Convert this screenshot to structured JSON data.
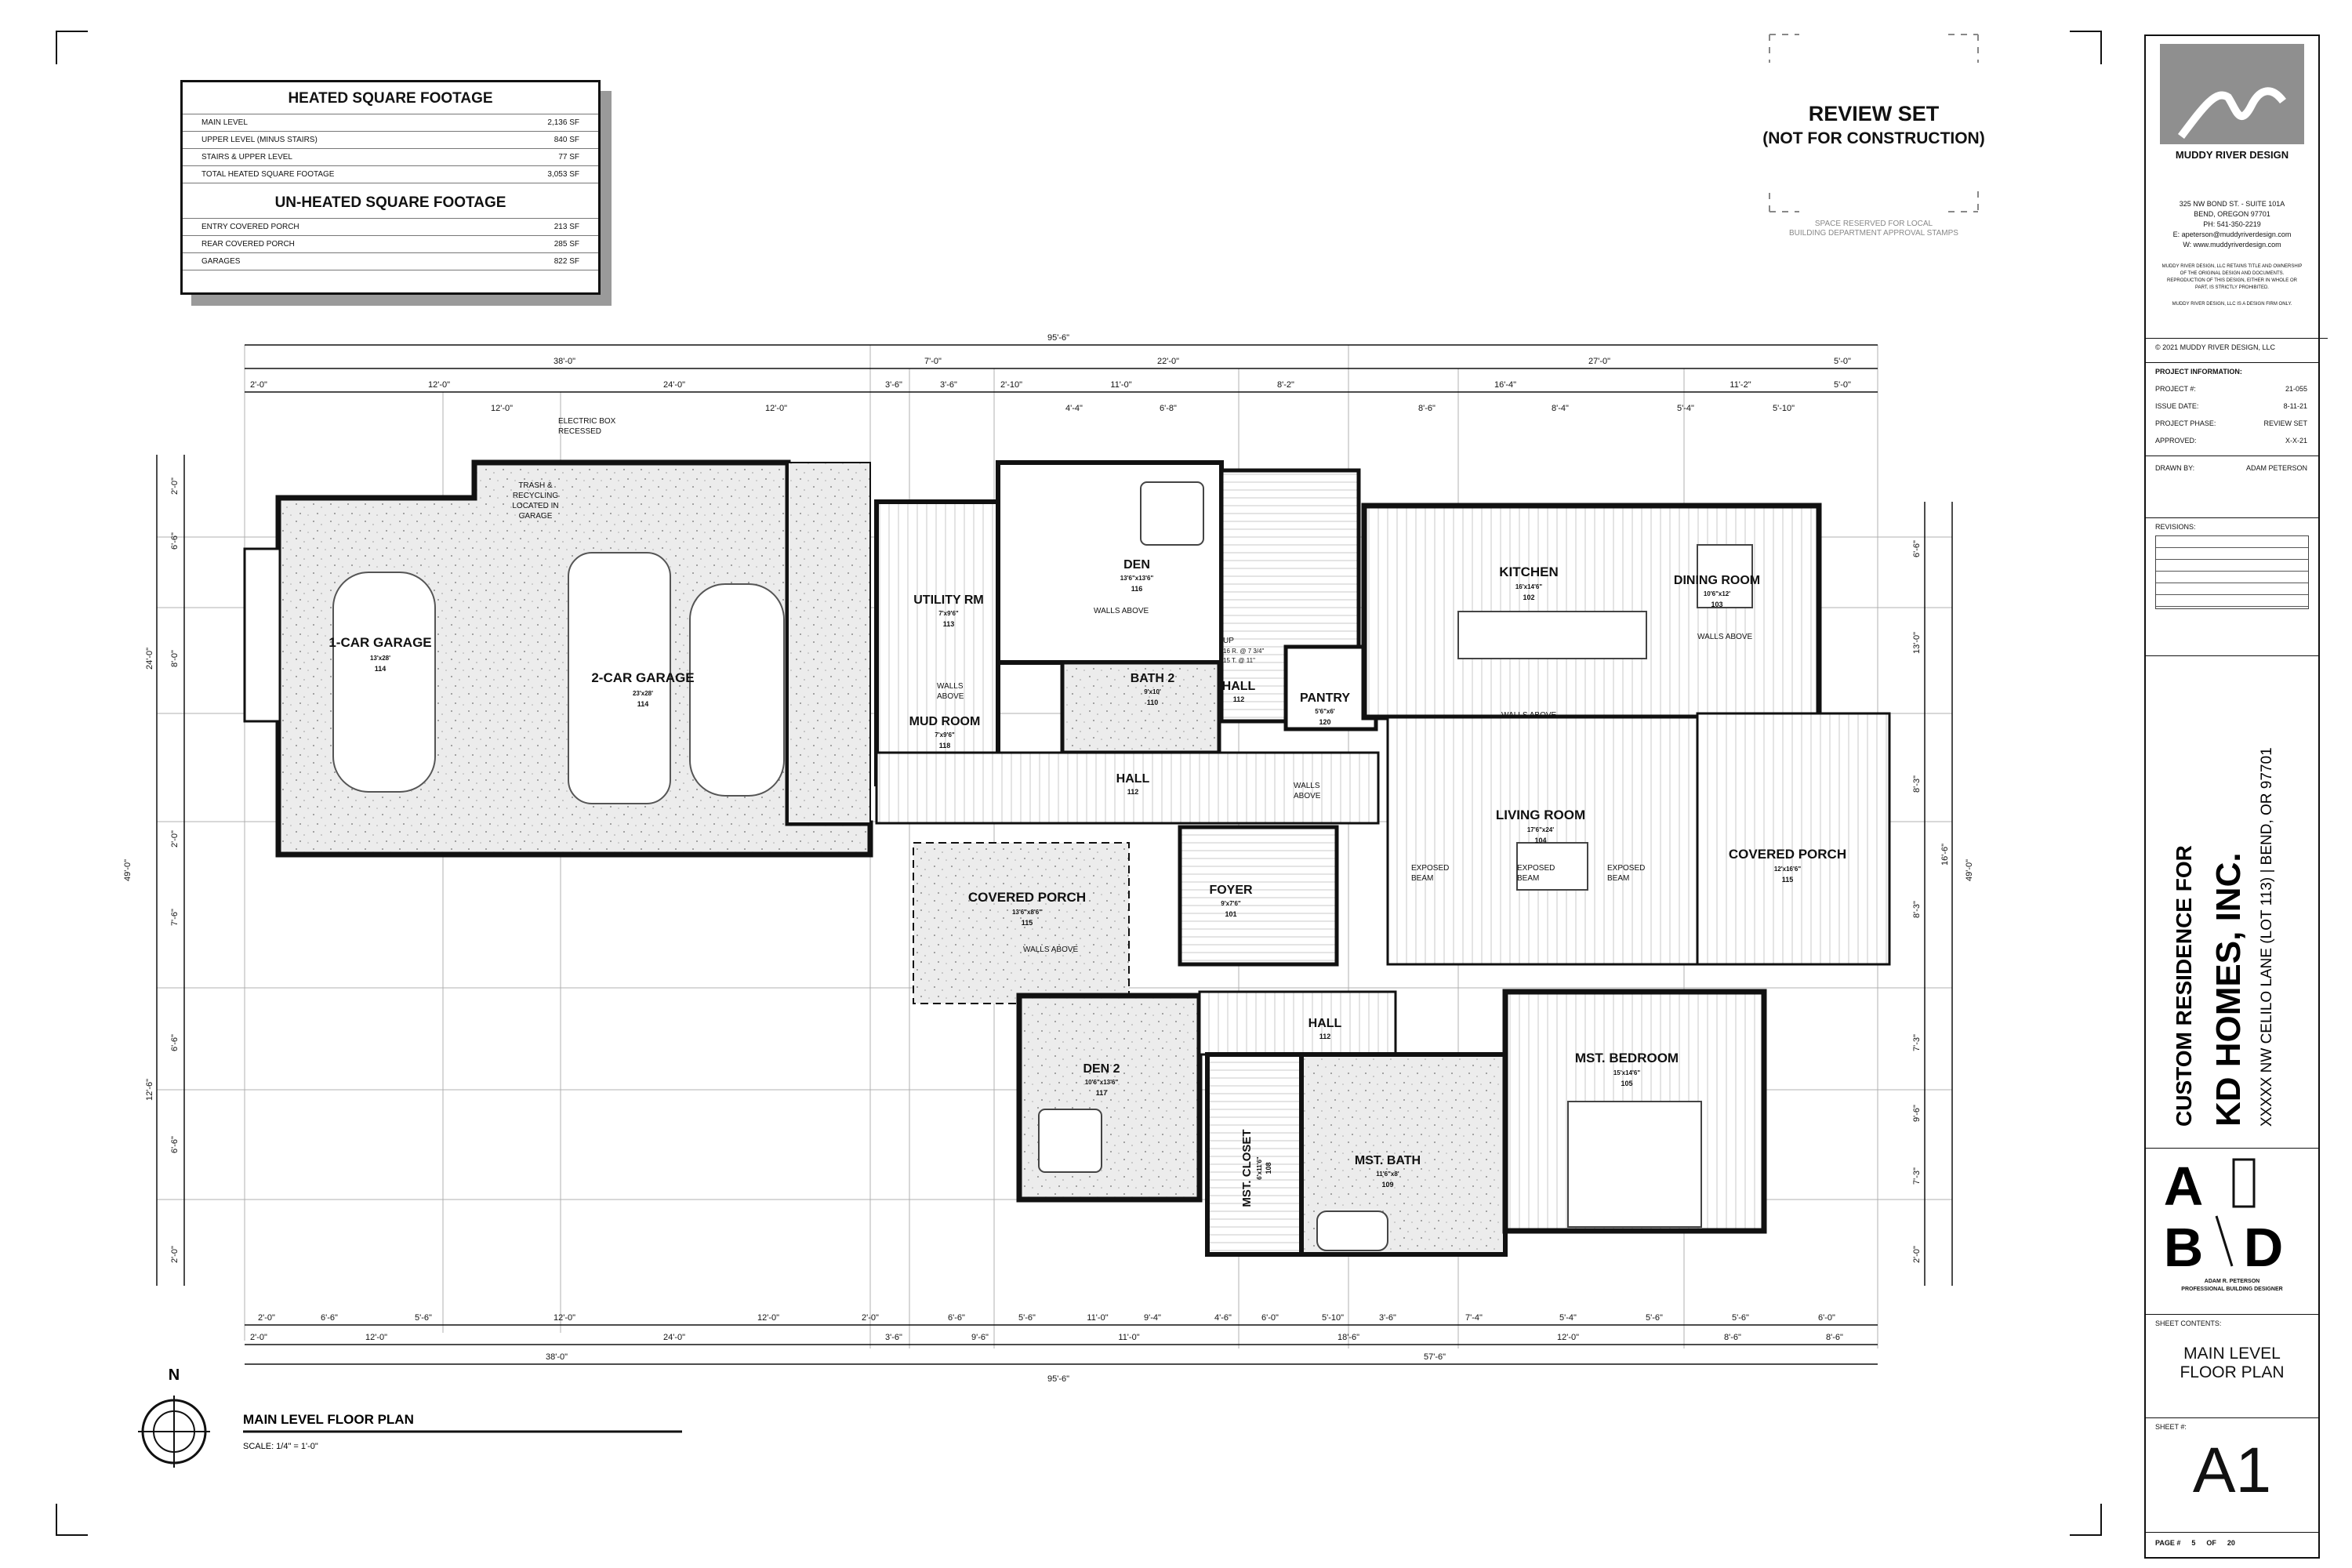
{
  "sqft": {
    "heated_title": "HEATED SQUARE FOOTAGE",
    "heated_rows": [
      {
        "label": "MAIN LEVEL",
        "value": "2,136 SF"
      },
      {
        "label": "UPPER LEVEL (MINUS STAIRS)",
        "value": "840 SF"
      },
      {
        "label": "STAIRS & UPPER LEVEL",
        "value": "77 SF"
      },
      {
        "label": "TOTAL HEATED SQUARE FOOTAGE",
        "value": "3,053 SF"
      }
    ],
    "unheated_title": "UN-HEATED SQUARE FOOTAGE",
    "unheated_rows": [
      {
        "label": "ENTRY COVERED PORCH",
        "value": "213 SF"
      },
      {
        "label": "REAR COVERED PORCH",
        "value": "285 SF"
      },
      {
        "label": "GARAGES",
        "value": "822 SF"
      }
    ]
  },
  "review": {
    "title": "REVIEW SET",
    "subtitle": "(NOT FOR CONSTRUCTION)",
    "stamp_note_1": "SPACE RESERVED FOR LOCAL",
    "stamp_note_2": "BUILDING DEPARTMENT APPROVAL STAMPS"
  },
  "plan_notes": {
    "electric_box": "ELECTRIC BOX",
    "recessed": "RECESSED",
    "trash_1": "TRASH &",
    "trash_2": "RECYCLING",
    "trash_3": "LOCATED IN",
    "trash_4": "GARAGE",
    "walls_above": "WALLS ABOVE",
    "walls": "WALLS",
    "above": "ABOVE",
    "exposed": "EXPOSED",
    "beam": "BEAM",
    "up": "UP",
    "risers": "16 R. @ 7 3/4\"",
    "treads": "15 T. @ 11\""
  },
  "rooms": [
    {
      "name": "1-CAR GARAGE",
      "dim": "13'x28'",
      "num": "114"
    },
    {
      "name": "2-CAR GARAGE",
      "dim": "23'x28'",
      "num": "114"
    },
    {
      "name": "UTILITY RM",
      "dim": "7'x9'6\"",
      "num": "113"
    },
    {
      "name": "MUD ROOM",
      "dim": "7'x9'6\"",
      "num": "118"
    },
    {
      "name": "DEN",
      "dim": "13'6\"x13'6\"",
      "num": "116"
    },
    {
      "name": "BATH 2",
      "dim": "9'x10'",
      "num": "110"
    },
    {
      "name": "HALL",
      "dim": "",
      "num": "112"
    },
    {
      "name": "PANTRY",
      "dim": "5'6\"x6'",
      "num": "120"
    },
    {
      "name": "KITCHEN",
      "dim": "16'x14'6\"",
      "num": "102"
    },
    {
      "name": "DINING ROOM",
      "dim": "10'6\"x12'",
      "num": "103"
    },
    {
      "name": "HALL",
      "dim": "",
      "num": "112"
    },
    {
      "name": "LIVING ROOM",
      "dim": "17'6\"x24'",
      "num": "104"
    },
    {
      "name": "COVERED PORCH",
      "dim": "12'x16'6\"",
      "num": "115"
    },
    {
      "name": "FOYER",
      "dim": "9'x7'6\"",
      "num": "101"
    },
    {
      "name": "COVERED PORCH",
      "dim": "13'6\"x8'6\"",
      "num": "115"
    },
    {
      "name": "HALL",
      "dim": "",
      "num": "112"
    },
    {
      "name": "DEN 2",
      "dim": "10'6\"x13'6\"",
      "num": "117"
    },
    {
      "name": "MST. BEDROOM",
      "dim": "15'x14'6\"",
      "num": "105"
    },
    {
      "name": "MST. BATH",
      "dim": "11'6\"x8'",
      "num": "109"
    },
    {
      "name": "MST. CLOSET",
      "dim": "6'x11'6\"",
      "num": "108"
    }
  ],
  "dims": {
    "overall": "95'-6\"",
    "top_major": [
      "38'-0\"",
      "7'-0\"",
      "22'-0\"",
      "27'-0\"",
      "5'-0\""
    ],
    "top_minor": [
      "2'-0\"",
      "12'-0\"",
      "24'-0\"",
      "3'-6\"",
      "3'-6\"",
      "2'-10\"",
      "11'-0\"",
      "8'-2\"",
      "16'-4\"",
      "11'-2\"",
      "5'-0\""
    ],
    "top_detail": [
      "12'-0\"",
      "12'-0\"",
      "4'-4\"",
      "6'-8\"",
      "8'-6\"",
      "8'-4\"",
      "5'-4\"",
      "5'-10\""
    ],
    "bottom_minor": [
      "2'-0\"",
      "6'-6\"",
      "5'-6\"",
      "12'-0\"",
      "12'-0\"",
      "2'-0\"",
      "6'-6\"",
      "5'-6\"",
      "11'-0\"",
      "9'-4\"",
      "4'-6\"",
      "6'-0\"",
      "5'-10\"",
      "3'-6\"",
      "7'-4\"",
      "5'-4\"",
      "5'-6\"",
      "5'-6\"",
      "6'-0\""
    ],
    "bottom_major": [
      "2'-0\"",
      "12'-0\"",
      "24'-0\"",
      "3'-6\"",
      "9'-6\"",
      "11'-0\"",
      "18'-6\"",
      "12'-0\"",
      "8'-6\"",
      "8'-6\""
    ],
    "bottom_total": [
      "38'-0\"",
      "57'-6\""
    ],
    "left": [
      "2'-0\"",
      "6'-6\"",
      "8'-0\"",
      "2'-0\"",
      "7'-6\"",
      "6'-6\"",
      "6'-6\"",
      "2'-0\""
    ],
    "left_major": [
      "24'-0\"",
      "12'-6\"",
      "49'-0\""
    ],
    "right": [
      "6'-6\"",
      "13'-0\"",
      "8'-3\"",
      "8'-3\"",
      "7'-3\"",
      "9'-6\"",
      "7'-3\"",
      "2'-0\""
    ],
    "right_major": [
      "16'-6\"",
      "49'-0\""
    ]
  },
  "plan_title": {
    "title": "MAIN LEVEL FLOOR PLAN",
    "scale": "SCALE:  1/4\" = 1'-0\"",
    "north": "N"
  },
  "title_block": {
    "firm": "MUDDY RIVER DESIGN",
    "address_1": "325 NW BOND ST. - SUITE 101A",
    "address_2": "BEND, OREGON 97701",
    "phone": "PH: 541-350-2219",
    "email": "E: apeterson@muddyriverdesign.com",
    "web": "W: www.muddyriverdesign.com",
    "legal_1": "MUDDY RIVER DESIGN, LLC RETAINS TITLE AND OWNERSHIP",
    "legal_2": "OF THE ORIGINAL DESIGN AND DOCUMENTS.",
    "legal_3": "REPRODUCTION OF THIS DESIGN, EITHER IN WHOLE OR",
    "legal_4": "PART, IS STRICTLY PROHIBITED.",
    "legal_5": "MUDDY RIVER DESIGN, LLC IS A DESIGN FIRM ONLY.",
    "copyright": "© 2021 MUDDY RIVER DESIGN, LLC",
    "project_info": "PROJECT INFORMATION:",
    "project_rows": [
      {
        "label": "PROJECT #:",
        "value": "21-055"
      },
      {
        "label": "ISSUE DATE:",
        "value": "8-11-21"
      },
      {
        "label": "PROJECT PHASE:",
        "value": "REVIEW SET"
      },
      {
        "label": "APPROVED:",
        "value": "X-X-21"
      },
      {
        "label": "DRAWN BY:",
        "value": "ADAM PETERSON"
      }
    ],
    "revisions": "REVISIONS:",
    "custom": "CUSTOM RESIDENCE FOR",
    "client": "KD HOMES, INC.",
    "location": "XXXXX NW CELILO LANE (LOT 113)  |  BEND, OR 97701",
    "abd_letters": [
      "A",
      "B",
      "D"
    ],
    "designer_1": "ADAM R. PETERSON",
    "designer_2": "PROFESSIONAL BUILDING DESIGNER",
    "sheet_contents": "SHEET CONTENTS:",
    "contents_1": "MAIN LEVEL",
    "contents_2": "FLOOR PLAN",
    "sheet_label": "SHEET #:",
    "sheet": "A1",
    "page_label": "PAGE #",
    "page": "5",
    "of": "OF",
    "total": "20"
  }
}
